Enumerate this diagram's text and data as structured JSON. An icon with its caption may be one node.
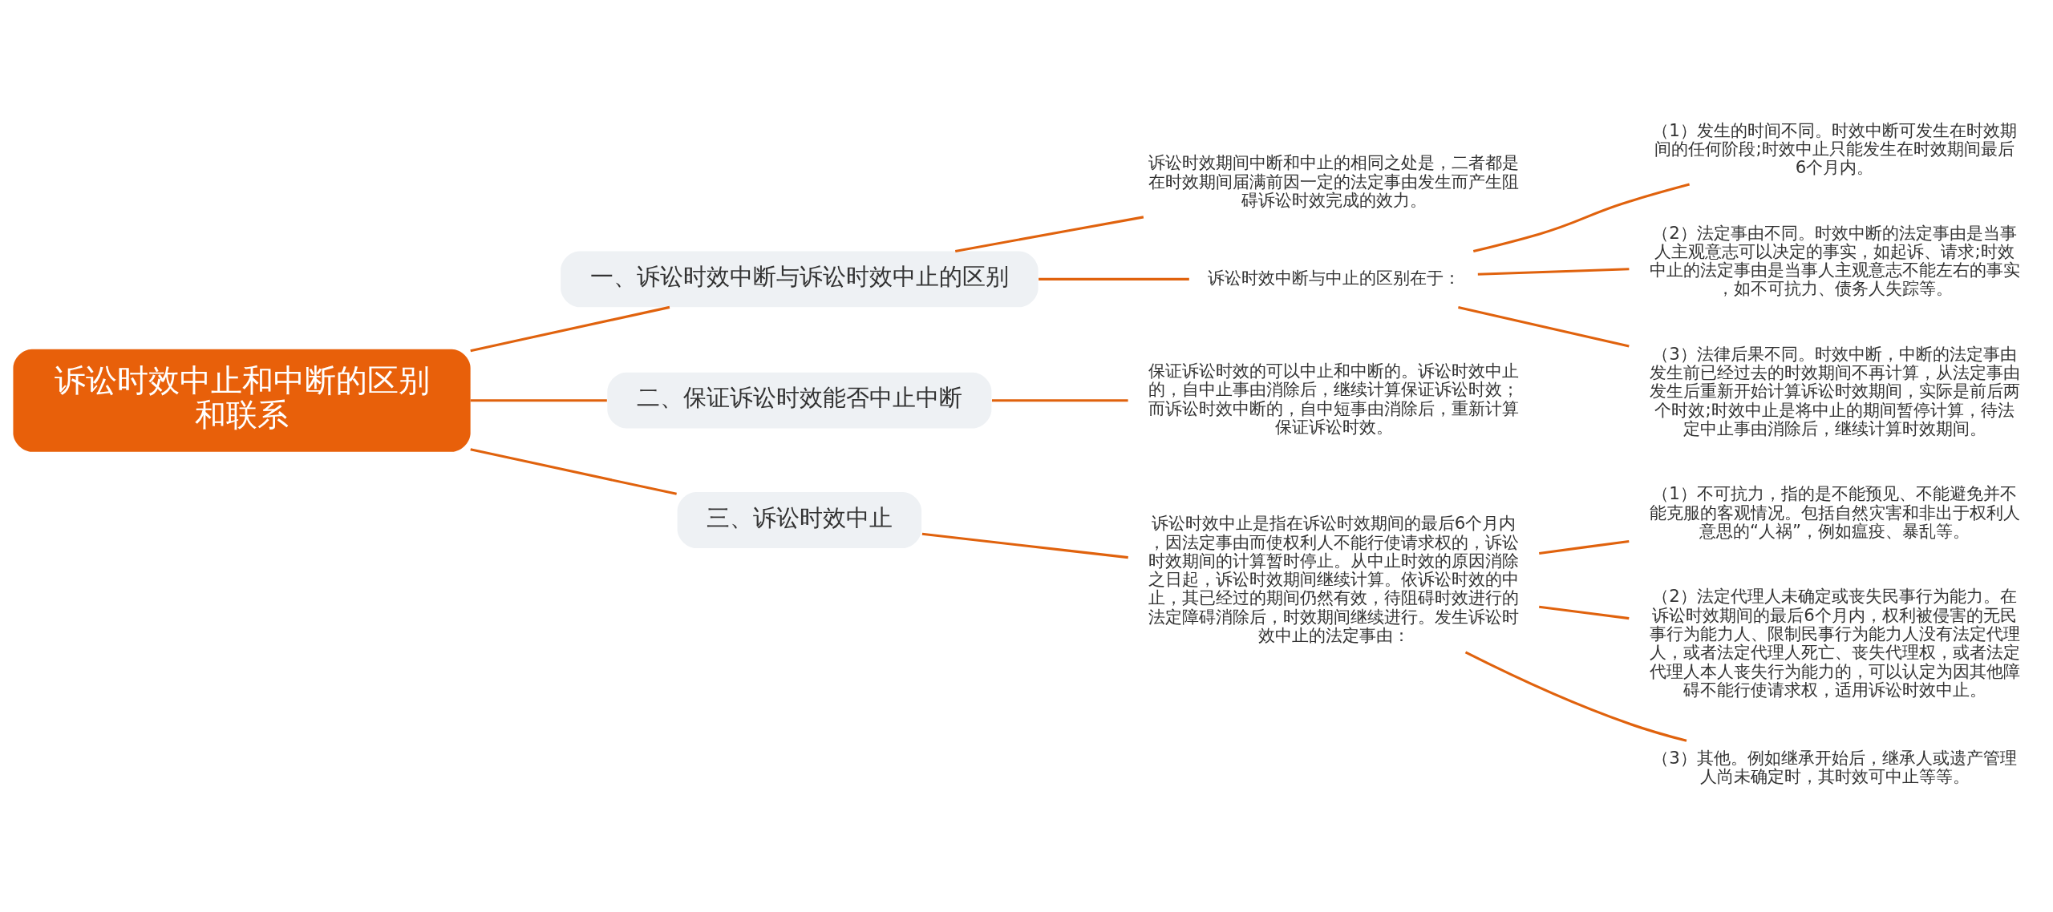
{
  "diagram": {
    "nodes": [
      {
        "text": [
          "诉讼时效中止和中断的区别和联系"
        ]
      },
      {
        "text": [
          "一、诉讼时效中断与诉讼时效中止的区别"
        ]
      },
      {
        "text": [
          "诉讼时效期间中断和中止的相同之处是，二者都是在时效期间届满前因一定的法定事由发生而产生阻碍诉讼时效完成的效力。"
        ]
      },
      {
        "text": [
          "诉讼时效中断与中止的区别在于："
        ]
      },
      {
        "text": [
          "（1）发生的时间不同。时效中断可发生在时效期间的任何阶段;时效中止只能发生在时效期间最后6个月内。"
        ]
      },
      {
        "text": [
          "（2）法定事由不同。时效中断的法定事由是当事人主观意志可以决定的事实，如起诉、请求;时效中止的法定事由是当事人主观意志不能左右的事实，如不可抗力、债务人失踪等。"
        ]
      },
      {
        "text": [
          "（3）法律后果不同。时效中断，中断的法定事由发生前已经过去的时效期间不再计算，从法定事由发生后重新开始计算诉讼时效期间，实际是前后两个时效;时效中止是将中止的期间暂停计算，待法定中止事由消除后，继续计算时效期间。"
        ]
      },
      {
        "text": [
          "二、保证诉讼时效能否中止中断"
        ]
      },
      {
        "text": [
          "保证诉讼时效的可以中止和中断的。诉讼时效中止的，自中止事由消除后，继续计算保证诉讼时效；而诉讼时效中断的，自中短事由消除后，重新计算保证诉讼时效。"
        ]
      },
      {
        "text": [
          "三、诉讼时效中止"
        ]
      },
      {
        "text": [
          "诉讼时效中止是指在诉讼时效期间的最后6个月内，因法定事由而使权利人不能行使请求权的，诉讼时效期间的计算暂时停止。从中止时效的原因消除之日起，诉讼时效期间继续计算。依诉讼时效的中止，其已经过的期间仍然有效，待阻碍时效进行的法定障碍消除后，时效期间继续进行。发生诉讼时效中止的法定事由："
        ]
      },
      {
        "text": [
          "（1）不可抗力，指的是不能预见、不能避免并不能克服的客观情况。包括自然灾害和非出于权利人意思的“人祸”，例如瘟疫、暴乱等。"
        ]
      },
      {
        "text": [
          "（2）法定代理人未确定或丧失民事行为能力。在诉讼时效期间的最后6个月内，权利被侵害的无民事行为能力人、限制民事行为能力人没有法定代理人，或者法定代理人死亡、丧失代理权，或者法定代理人本人丧失行为能力的，可以认定为因其他障碍不能行使请求权，适用诉讼时效中止。"
        ]
      },
      {
        "text": [
          "（3）其他。例如继承开始后，继承人或遗产管理人尚未确定时，其时效可中止等等。"
        ]
      }
    ],
    "edges": [
      {
        "from": 0,
        "to": 1,
        "arrow": "none"
      },
      {
        "from": 1,
        "to": 2,
        "arrow": "none"
      },
      {
        "from": 1,
        "to": 3,
        "arrow": "none"
      },
      {
        "from": 3,
        "to": 4,
        "arrow": "none"
      },
      {
        "from": 3,
        "to": 5,
        "arrow": "none"
      },
      {
        "from": 3,
        "to": 6,
        "arrow": "none"
      },
      {
        "from": 0,
        "to": 7,
        "arrow": "none"
      },
      {
        "from": 7,
        "to": 8,
        "arrow": "none"
      },
      {
        "from": 0,
        "to": 9,
        "arrow": "none"
      },
      {
        "from": 9,
        "to": 10,
        "arrow": "none"
      },
      {
        "from": 10,
        "to": 11,
        "arrow": "none"
      },
      {
        "from": 10,
        "to": 12,
        "arrow": "none"
      },
      {
        "from": 10,
        "to": 13,
        "arrow": "none"
      }
    ]
  }
}
